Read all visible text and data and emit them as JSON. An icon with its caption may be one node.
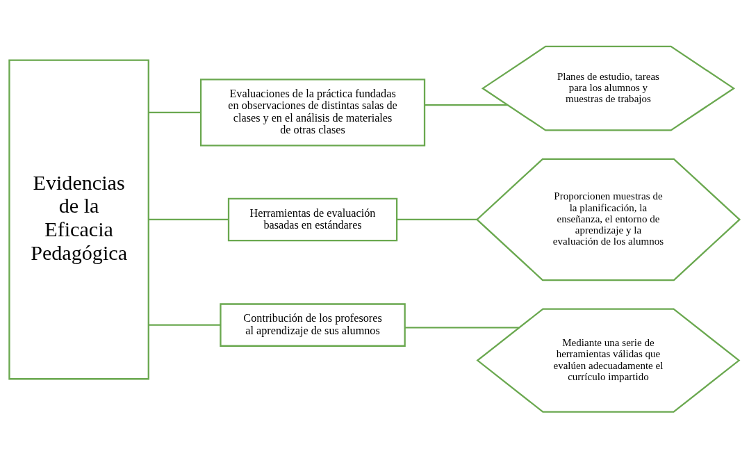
{
  "diagram": {
    "nodes": [
      {
        "text": [
          "Evidencias de la Eficacia Pedagógica"
        ]
      },
      {
        "text": [
          "Evaluaciones de la práctica fundadas en observaciones de distintas salas de clases y en el análisis de materiales de otras clases"
        ]
      },
      {
        "text": [
          "Herramientas de evaluación basadas en estándares"
        ]
      },
      {
        "text": [
          "Contribución de los profesores al aprendizaje de sus alumnos"
        ]
      },
      {
        "text": [
          "Planes de estudio, tareas para los alumnos y muestras de trabajos"
        ]
      },
      {
        "text": [
          "Proporcionen muestras de la planificación, la enseñanza, el entorno de aprendizaje y la evaluación de los alumnos"
        ]
      },
      {
        "text": [
          "Mediante una serie de herramientas válidas que evalúen adecuadamente el currículo impartido"
        ]
      }
    ],
    "edges": [
      {
        "from": 0,
        "to": 1,
        "arrow": "none"
      },
      {
        "from": 0,
        "to": 2,
        "arrow": "none"
      },
      {
        "from": 0,
        "to": 3,
        "arrow": "none"
      },
      {
        "from": 1,
        "to": 4,
        "arrow": "none"
      },
      {
        "from": 2,
        "to": 5,
        "arrow": "none"
      },
      {
        "from": 3,
        "to": 6,
        "arrow": "none"
      }
    ]
  }
}
